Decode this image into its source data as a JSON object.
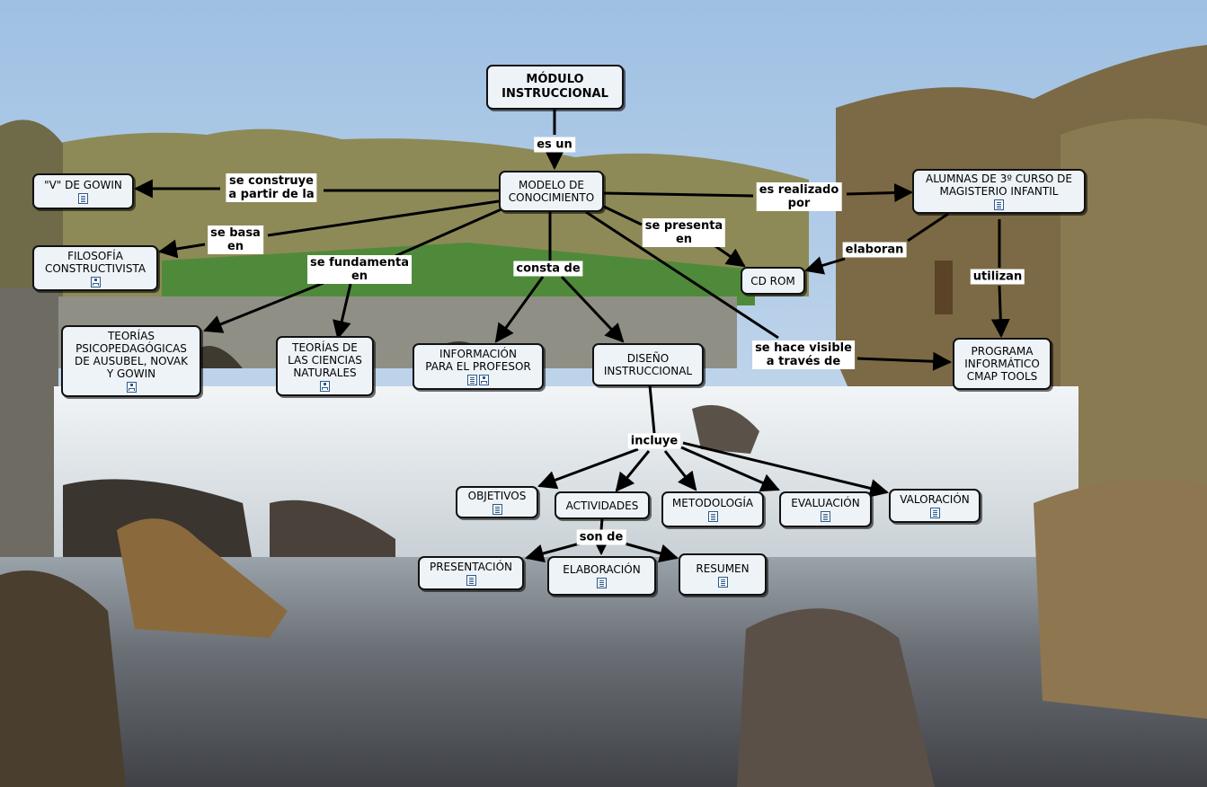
{
  "nodes": {
    "modulo": {
      "text": "MÓDULO\nINSTRUCCIONAL",
      "icons": []
    },
    "modelo": {
      "text": "MODELO DE\nCONOCIMIENTO",
      "icons": []
    },
    "gowin": {
      "text": "\"V\" DE GOWIN",
      "icons": [
        "document"
      ]
    },
    "filosofia": {
      "text": "FILOSOFÍA\nCONSTRUCTIVISTA",
      "icons": [
        "concept-map"
      ]
    },
    "teorias_psico": {
      "text": "TEORÍAS\nPSICOPEDAGÓGICAS\nDE AUSUBEL, NOVAK\nY GOWIN",
      "icons": [
        "concept-map"
      ]
    },
    "teorias_ciencias": {
      "text": "TEORÍAS DE\nLAS CIENCIAS\nNATURALES",
      "icons": [
        "concept-map"
      ]
    },
    "informacion": {
      "text": "INFORMACIÓN\nPARA EL PROFESOR",
      "icons": [
        "document",
        "concept-map"
      ]
    },
    "diseno": {
      "text": "DISEÑO\nINSTRUCCIONAL",
      "icons": []
    },
    "alumnas": {
      "text": "ALUMNAS DE 3º CURSO DE\nMAGISTERIO  INFANTIL",
      "icons": [
        "document"
      ]
    },
    "cdrom": {
      "text": "CD ROM",
      "icons": []
    },
    "programa": {
      "text": "PROGRAMA\nINFORMÁTICO\nCMAP TOOLS",
      "icons": []
    },
    "objetivos": {
      "text": "OBJETIVOS",
      "icons": [
        "document"
      ]
    },
    "actividades": {
      "text": "ACTIVIDADES",
      "icons": []
    },
    "metodologia": {
      "text": "METODOLOGÍA",
      "icons": [
        "document"
      ]
    },
    "evaluacion": {
      "text": "EVALUACIÓN",
      "icons": [
        "document"
      ]
    },
    "valoracion": {
      "text": "VALORACIÓN",
      "icons": [
        "document"
      ]
    },
    "presentacion": {
      "text": "PRESENTACIÓN",
      "icons": [
        "document"
      ]
    },
    "elaboracion": {
      "text": "ELABORACIÓN",
      "icons": [
        "document"
      ]
    },
    "resumen": {
      "text": "RESUMEN",
      "icons": [
        "document"
      ]
    }
  },
  "link_labels": {
    "es_un": "es un",
    "se_construye": "se construye\na partir de la",
    "se_basa": "se basa\nen",
    "se_fundamenta": "se fundamenta\nen",
    "consta_de": "consta de",
    "se_presenta": "se presenta\nen",
    "es_realizado": "es realizado\npor",
    "elaboran": "elaboran",
    "utilizan": "utilizan",
    "se_hace_visible": "se hace visible\na través de",
    "incluye": "incluye",
    "son_de": "son de"
  },
  "colors": {
    "sky_top": "#a9c7e6",
    "hills": "#8a8a52",
    "grass": "#4f8a3a",
    "bridge": "#8c8c82",
    "water_foam": "#e8eef2",
    "river": "#5b6066",
    "shrubs": "#7a5a32",
    "node_fill": "#eef3f7",
    "node_border": "#111111",
    "arrow": "#000000",
    "icon": "#2b5a8a"
  }
}
